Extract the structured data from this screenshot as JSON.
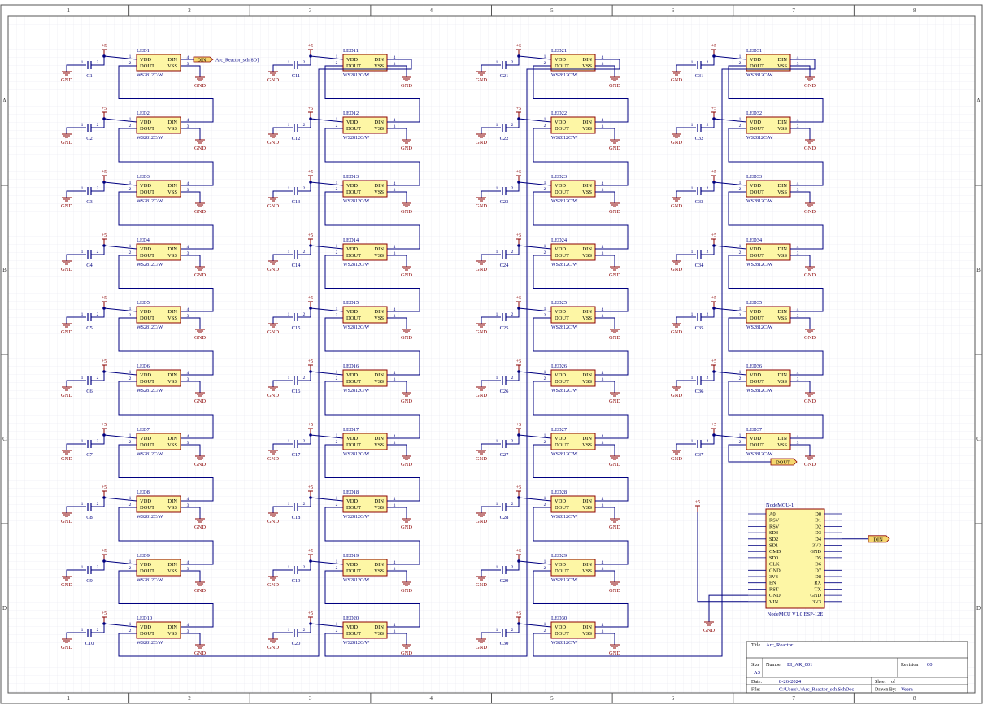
{
  "frame": {
    "col_labels": [
      "1",
      "2",
      "3",
      "4",
      "5",
      "6",
      "7",
      "8"
    ],
    "row_labels": [
      "A",
      "B",
      "C",
      "D"
    ]
  },
  "colors": {
    "wire": "#000080",
    "power": "#8b0000",
    "part_fill": "#fdf6a5",
    "part_stroke": "#8b0000",
    "port_fill": "#f5d76e",
    "grid": "#e4e4ee",
    "text_blue": "#000080"
  },
  "common": {
    "vdd": "VDD",
    "din": "DIN",
    "dout": "DOUT",
    "vss": "VSS",
    "part": "WS2812C/W",
    "plus5": "+5",
    "gnd": "GND",
    "p1": "1",
    "p2": "2",
    "p3": "3",
    "p4": "4"
  },
  "leds": [
    {
      "ref": "LED1",
      "cap": "C1"
    },
    {
      "ref": "LED2",
      "cap": "C2"
    },
    {
      "ref": "LED3",
      "cap": "C3"
    },
    {
      "ref": "LED4",
      "cap": "C4"
    },
    {
      "ref": "LED5",
      "cap": "C5"
    },
    {
      "ref": "LED6",
      "cap": "C6"
    },
    {
      "ref": "LED7",
      "cap": "C7"
    },
    {
      "ref": "LED8",
      "cap": "C8"
    },
    {
      "ref": "LED9",
      "cap": "C9"
    },
    {
      "ref": "LED10",
      "cap": "C10"
    },
    {
      "ref": "LED11",
      "cap": "C11"
    },
    {
      "ref": "LED12",
      "cap": "C12"
    },
    {
      "ref": "LED13",
      "cap": "C13"
    },
    {
      "ref": "LED14",
      "cap": "C14"
    },
    {
      "ref": "LED15",
      "cap": "C15"
    },
    {
      "ref": "LED16",
      "cap": "C16"
    },
    {
      "ref": "LED17",
      "cap": "C17"
    },
    {
      "ref": "LED18",
      "cap": "C18"
    },
    {
      "ref": "LED19",
      "cap": "C19"
    },
    {
      "ref": "LED20",
      "cap": "C20"
    },
    {
      "ref": "LED21",
      "cap": "C21"
    },
    {
      "ref": "LED22",
      "cap": "C22"
    },
    {
      "ref": "LED23",
      "cap": "C23"
    },
    {
      "ref": "LED24",
      "cap": "C24"
    },
    {
      "ref": "LED25",
      "cap": "C25"
    },
    {
      "ref": "LED26",
      "cap": "C26"
    },
    {
      "ref": "LED27",
      "cap": "C27"
    },
    {
      "ref": "LED28",
      "cap": "C28"
    },
    {
      "ref": "LED29",
      "cap": "C29"
    },
    {
      "ref": "LED30",
      "cap": "C30"
    },
    {
      "ref": "LED31",
      "cap": "C31"
    },
    {
      "ref": "LED32",
      "cap": "C32"
    },
    {
      "ref": "LED33",
      "cap": "C33"
    },
    {
      "ref": "LED34",
      "cap": "C34"
    },
    {
      "ref": "LED35",
      "cap": "C35"
    },
    {
      "ref": "LED36",
      "cap": "C36"
    },
    {
      "ref": "LED37",
      "cap": "C37"
    }
  ],
  "ports": {
    "din_top": "DIN",
    "din_top_ref": "Arc_Reactor_sch[8D]",
    "dout": "DOUT",
    "din_mcu": "DIN"
  },
  "nodemcu": {
    "ref": "NodeMCU-1",
    "footer": "NodeMCU V1.0 ESP-12E",
    "left_pins": [
      "A0",
      "RSV",
      "RSV",
      "SD3",
      "SD2",
      "SD1",
      "CMD",
      "SD0",
      "CLK",
      "GND",
      "3V3",
      "EN",
      "RST",
      "GND",
      "VIN"
    ],
    "right_pins": [
      "D0",
      "D1",
      "D2",
      "D3",
      "D4",
      "3V3",
      "GND",
      "D5",
      "D6",
      "D7",
      "D8",
      "RX",
      "TX",
      "GND",
      "3V3"
    ]
  },
  "title_block": {
    "title_label": "Title",
    "title": "Arc_Reactor",
    "size_label": "Size",
    "size": "A3",
    "number_label": "Number",
    "number": "EI_AR_001",
    "revision_label": "Revision",
    "revision": "00",
    "date_label": "Date:",
    "date": "8-26-2024",
    "sheet_label": "Sheet",
    "sheet_of": "of",
    "file_label": "File:",
    "file": "C:\\Users\\..\\Arc_Reactor_sch.SchDoc",
    "drawn_label": "Drawn By:",
    "drawn": "Veera"
  }
}
